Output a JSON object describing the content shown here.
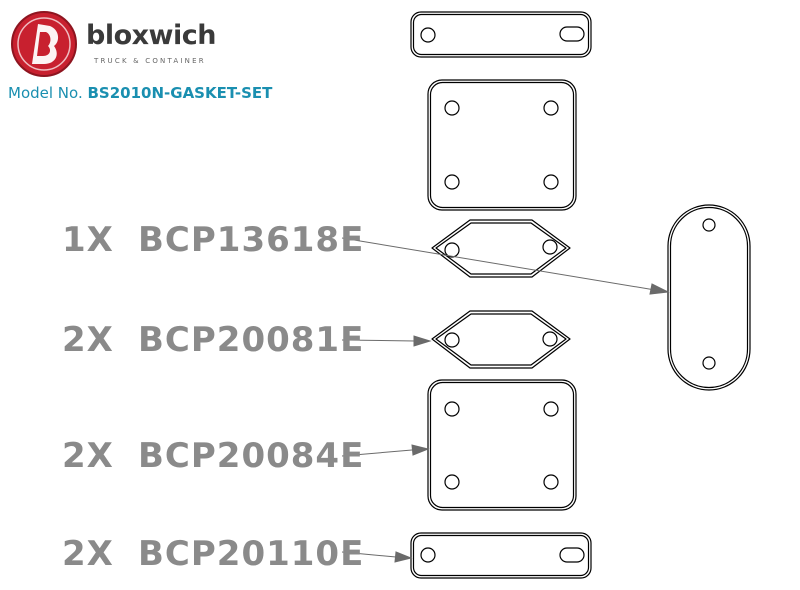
{
  "brand": {
    "name": "bloxwich",
    "tagline": "TRUCK & CONTAINER",
    "logo_color": "#c8202f"
  },
  "model": {
    "prefix": "Model No.",
    "number": "BS2010N-GASKET-SET",
    "color": "#1a8fb0"
  },
  "parts": [
    {
      "qty": "1X",
      "code": "BCP13618E"
    },
    {
      "qty": "2X",
      "code": "BCP20081E"
    },
    {
      "qty": "2X",
      "code": "BCP20084E"
    },
    {
      "qty": "2X",
      "code": "BCP20110E"
    }
  ],
  "label_color": "#8a8a8a"
}
